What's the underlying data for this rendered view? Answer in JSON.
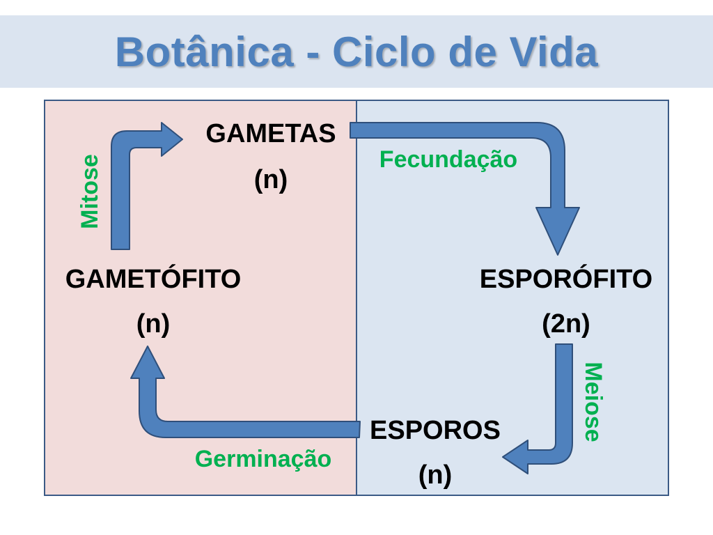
{
  "title": "Botânica - Ciclo de Vida",
  "colors": {
    "title": "#4f81bd",
    "title_band": "#dbe4f0",
    "haploid_panel": "#f2dcdb",
    "diploid_panel": "#dbe5f1",
    "panel_border": "#3b5a86",
    "arrow_fill": "#4f81bd",
    "arrow_stroke": "#2f4f7a",
    "process_text": "#00b050",
    "stage_text": "#000000"
  },
  "stages": {
    "gametas": {
      "name": "GAMETAS",
      "ploidy": "(n)"
    },
    "esporofito": {
      "name": "ESPORÓFITO",
      "ploidy": "(2n)"
    },
    "esporos": {
      "name": "ESPOROS",
      "ploidy": "(n)"
    },
    "gametofito": {
      "name": "GAMETÓFITO",
      "ploidy": "(n)"
    }
  },
  "processes": {
    "fecundacao": "Fecundação",
    "meiose": "Meiose",
    "germinacao": "Germinação",
    "mitose": "Mitose"
  }
}
